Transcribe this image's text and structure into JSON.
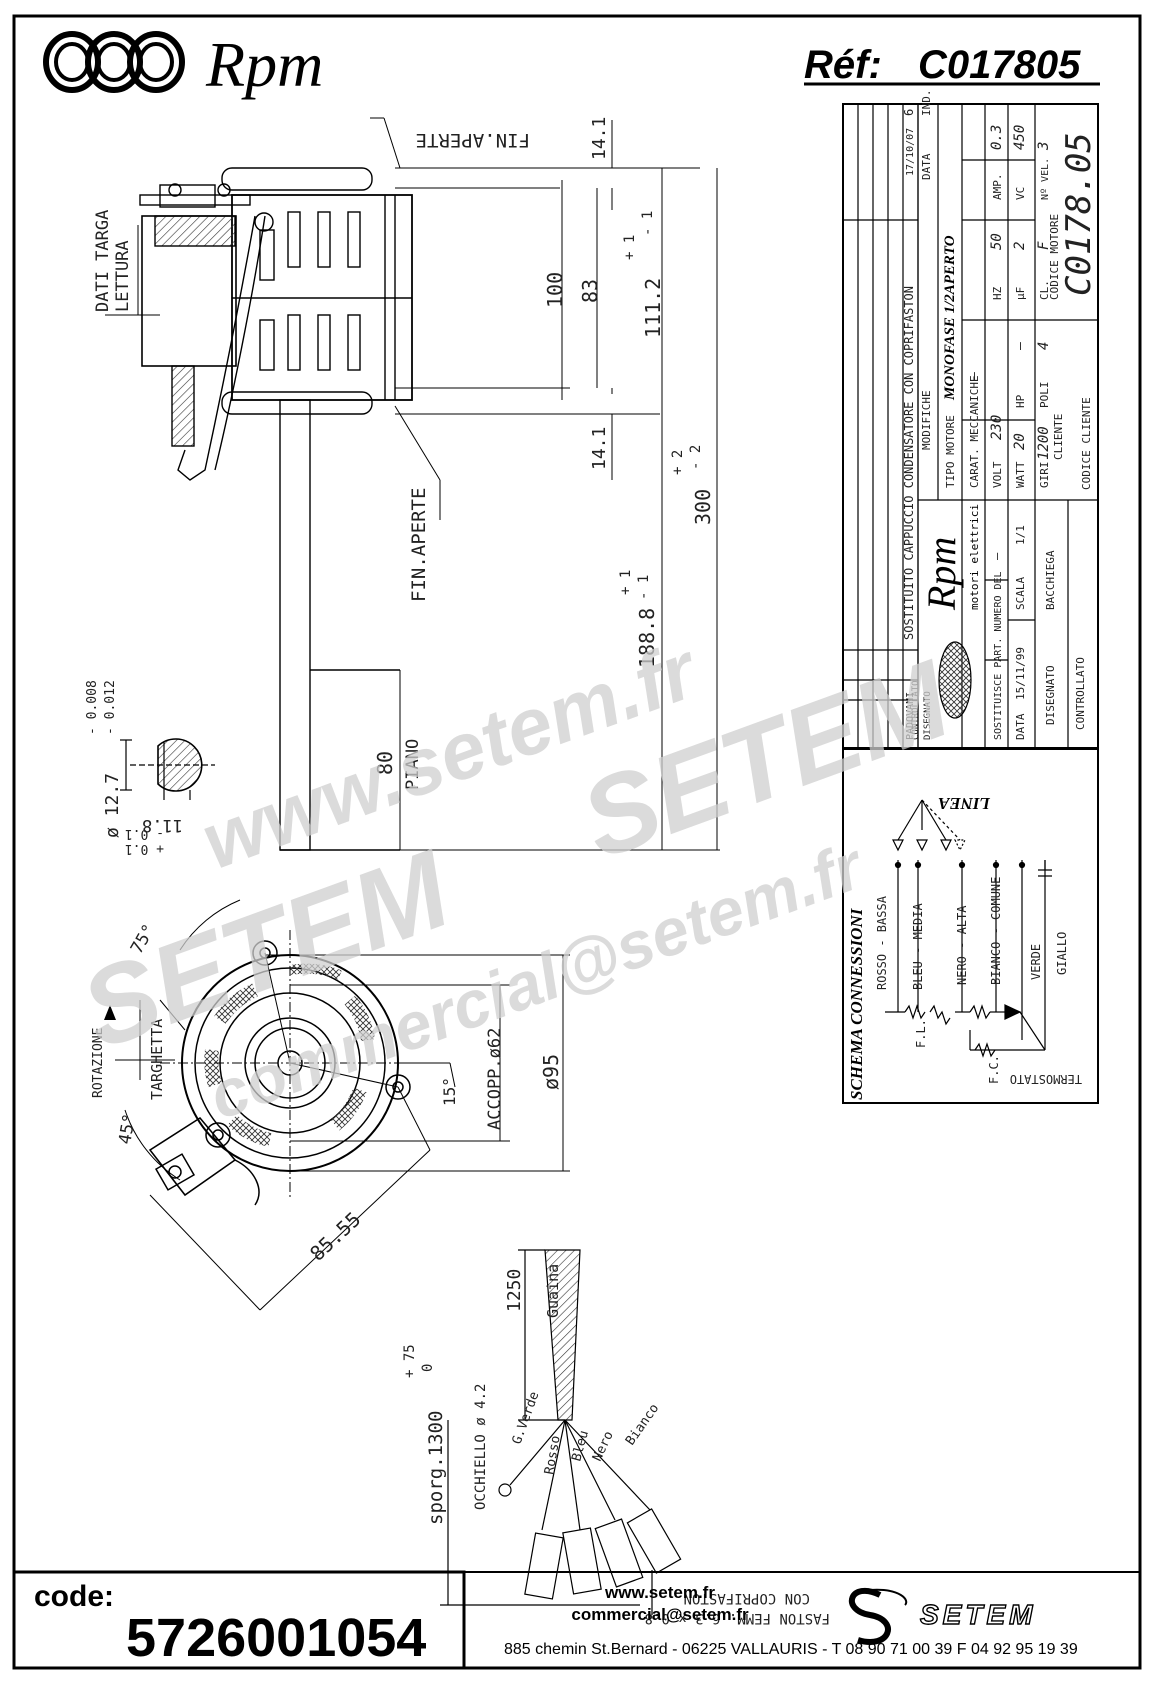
{
  "header": {
    "brand": "Rpm",
    "ref_label": "Réf:",
    "ref_value": "C017805"
  },
  "drawing": {
    "top_view": {
      "fin_aperte_top": "FIN.APERTE",
      "fin_aperte_bottom": "FIN.APERTE",
      "dati_targa": "DATI TARGA",
      "lettura": "LETTURA",
      "dim_14_1_top": "14.1",
      "dim_14_1_bottom": "14.1",
      "dim_100": "100",
      "dim_83": "83",
      "dim_111": "111.2",
      "dim_111_tol_plus": "+ 1",
      "dim_111_tol_minus": "- 1",
      "dim_300": "300",
      "dim_300_tol_plus": "+ 2",
      "dim_300_tol_minus": "- 2",
      "dim_188": "188.8",
      "dim_188_tol_plus": "+ 1",
      "dim_188_tol_minus": "- 1",
      "dim_80": "80",
      "piano": "PIANO"
    },
    "shaft_section": {
      "diameter": "ø 12.7",
      "tol_1": "- 0.008",
      "tol_2": "- 0.012",
      "flat": "11.8",
      "flat_tol_1": "- 0.1",
      "flat_tol_2": "+ 0.1"
    },
    "front_view": {
      "angle_75": "75°",
      "angle_45": "45°",
      "angle_15": "15°",
      "rotazione": "ROTAZIONE",
      "targhetta": "TARGHETTA",
      "accopp": "ACCOPP.ø62",
      "dia_95": "ø95",
      "dim_85": "85.55"
    },
    "cable": {
      "len_1250": "1250",
      "guaina": "Guaina",
      "sporg": "sporg.1300",
      "sporg_tol_plus": "+ 75",
      "sporg_tol_zero": "0",
      "occhiello": "OCCHIELLO ø 4.2",
      "wires": [
        "G.Verde",
        "Rosso",
        "Bleu",
        "Nero",
        "Bianco"
      ],
      "faston_1": "CON COPRIFASTON",
      "faston_2": "FASTON FEMM. 6.3 x 0.8"
    }
  },
  "title_block": {
    "revision_index": "6",
    "revision_date": "17/10/07",
    "revision_text": "SOSTITUITO CAPPUCCIO CONDENSATORE CON COPRIFASTON",
    "author": "PADOVANI",
    "col_ind": "IND.",
    "col_data": "DATA",
    "col_modifiche": "MODIFICHE",
    "col_disegnato": "DISEGNATO",
    "col_controllato": "CONTROLLATO",
    "logo_text": "Rpm",
    "logo_sub": "motori elettrici",
    "tipo_motore_label": "TIPO MOTORE",
    "tipo_motore": "MONOFASE 1/2APERTO",
    "carat_label": "CARAT. MECCANICHE",
    "carat_value": "—",
    "volt_label": "VOLT",
    "volt": "230",
    "hz_label": "HZ",
    "hz": "50",
    "amp_label": "AMP.",
    "amp": "0.3",
    "watt_label": "WATT",
    "watt": "20",
    "hp_label": "HP",
    "hp": "—",
    "uf_label": "µF",
    "uf": "2",
    "vc_label": "VC",
    "vc": "450",
    "giri_label": "GIRI",
    "giri": "1200",
    "poli_label": "POLI",
    "poli": "4",
    "cl_label": "CL.",
    "cl": "F",
    "nvel_label": "Nº VEL.",
    "nvel": "3",
    "sostituisce_label": "SOSTITUISCE PART. NUMERO DEL",
    "sostituisce_value": "—",
    "data_label": "DATA",
    "data": "15/11/99",
    "scala_label": "SCALA",
    "scala": "1/1",
    "disegnato_label": "DISEGNATO",
    "disegnato": "BACCHIEGA",
    "controllato_label": "CONTROLLATO",
    "cliente_label": "CLIENTE",
    "codice_cliente_label": "CODICE CLIENTE",
    "codice_motore_label": "CODICE MOTORE",
    "codice_motore": "C0178.05"
  },
  "schema": {
    "title": "SCHEMA CONNESSIONI",
    "linea": "LINEA",
    "wires": [
      "ROSSO - BASSA",
      "BLEU - MEDIA",
      "NERO - ALTA",
      "BIANCO - COMUNE",
      "VERDE",
      "GIALLO"
    ],
    "fl": "F.L.",
    "fc": "F.C.",
    "termostato": "TERMOSTATO"
  },
  "watermark": {
    "line1": "www.setem.fr",
    "line2": "SETEM",
    "line3": "SETEM",
    "line4": "commercial@setem.fr"
  },
  "footer": {
    "code_label": "code:",
    "code_value": "5726001054",
    "website": "www.setem.fr",
    "email": "commercial@setem.fr",
    "address": "885 chemin St.Bernard  -  06225 VALLAURIS  -  T 08 90 71 00 39   F 04 92 95 19 39",
    "brand": "SETEM"
  }
}
